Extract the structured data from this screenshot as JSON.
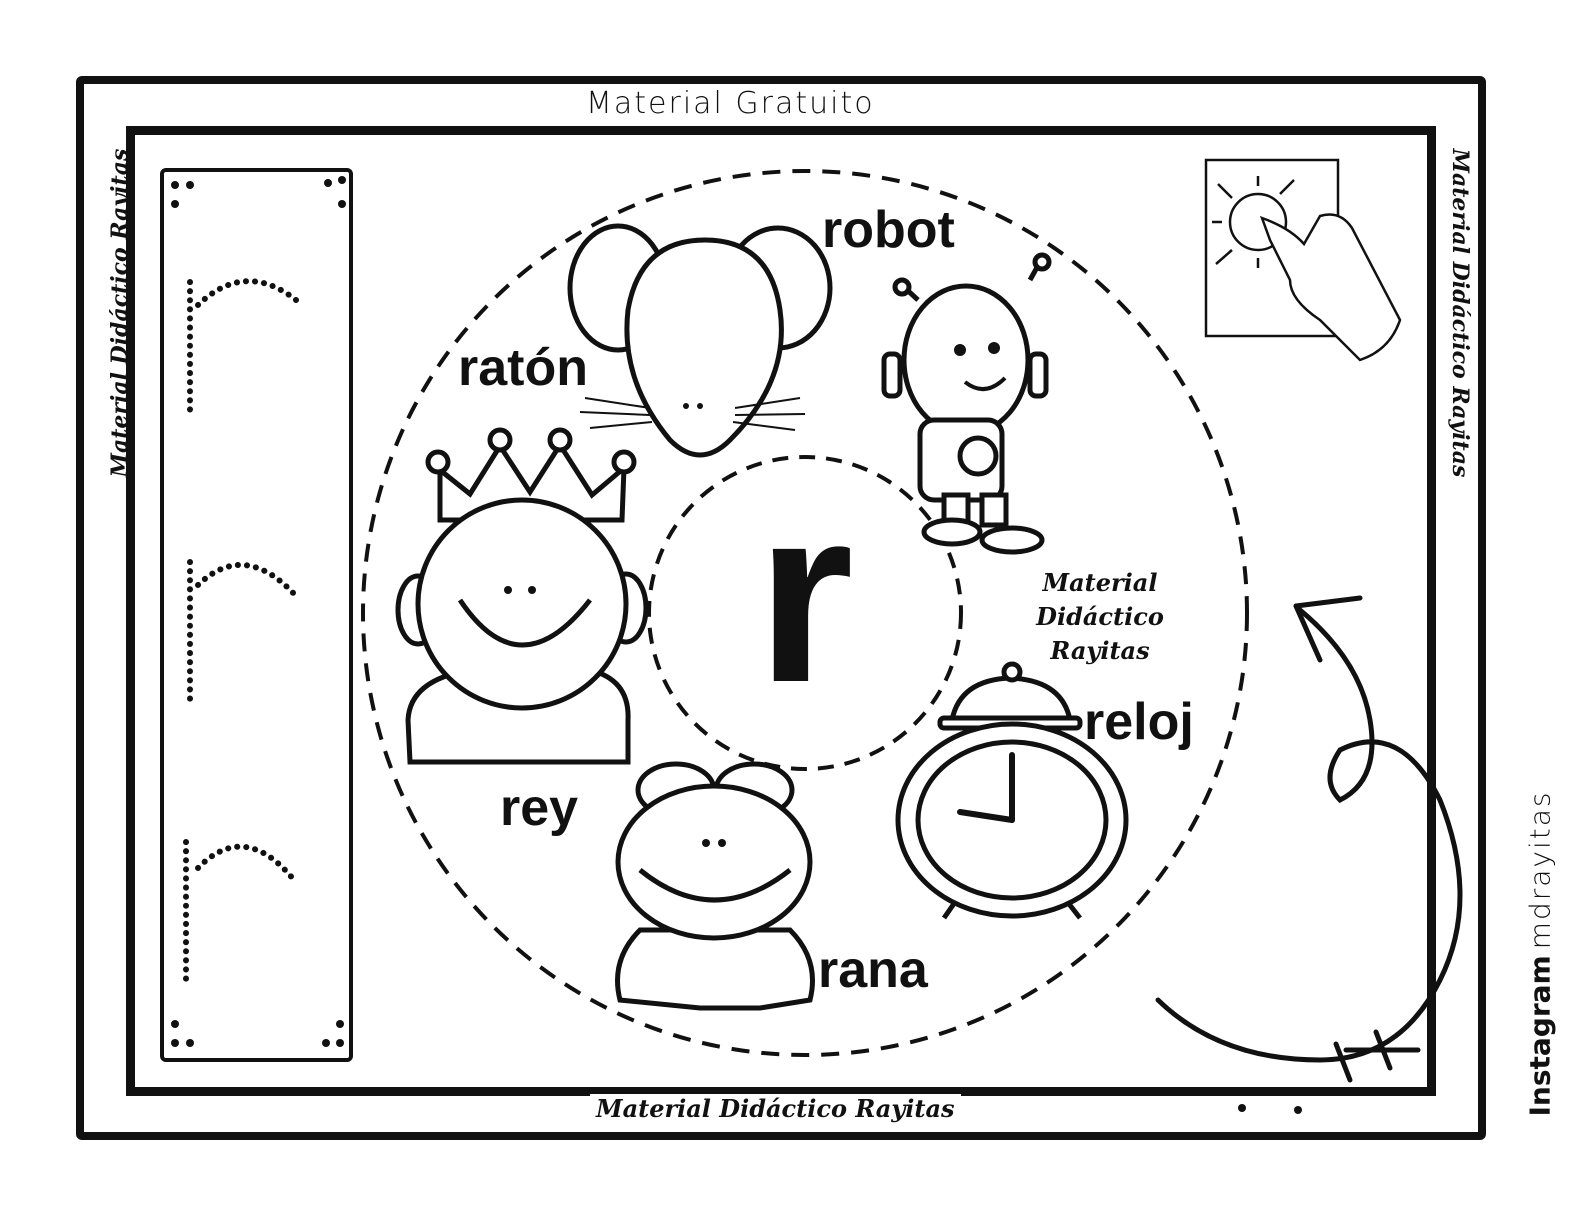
{
  "header": {
    "title": "Material Gratuito"
  },
  "footer": {
    "brand": "Material Didáctico Rayitas"
  },
  "sides": {
    "left_text": "Material Didáctico Rayitas",
    "right_text": "Material Didáctico Rayitas"
  },
  "social": {
    "platform": "Instagram",
    "handle": "mdrayitas"
  },
  "center": {
    "letter": "r",
    "brand_lines": [
      "Material",
      "Didáctico",
      "Rayitas"
    ]
  },
  "words": [
    "robot",
    "ratón",
    "rey",
    "rana",
    "reloj"
  ],
  "icons": [
    "mouse-icon",
    "robot-icon",
    "king-icon",
    "frog-icon",
    "clock-icon",
    "hand-touch-icon",
    "curved-arrow-icon"
  ]
}
